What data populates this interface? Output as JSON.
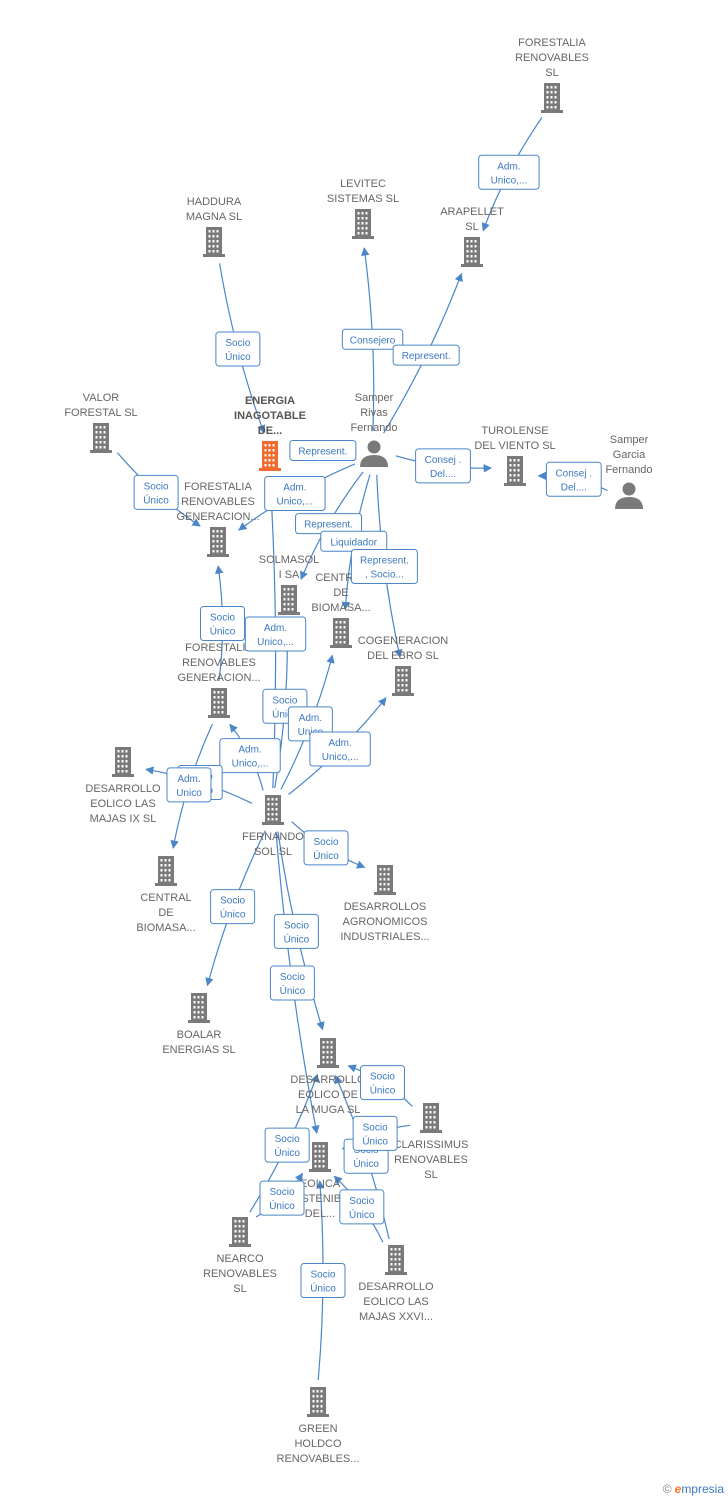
{
  "colors": {
    "node": "#7a7a7a",
    "main_node": "#f26a2e",
    "edge": "#4a86c8",
    "label": "#666666"
  },
  "footer": {
    "copyright": "©",
    "brand_initial": "e",
    "brand_rest": "mpresia"
  },
  "nodes": [
    {
      "id": "forestalia_sl",
      "type": "company",
      "lines": [
        "FORESTALIA",
        "RENOVABLES",
        "SL"
      ]
    },
    {
      "id": "levitec",
      "type": "company",
      "lines": [
        "LEVITEC",
        "SISTEMAS  SL"
      ]
    },
    {
      "id": "arapellet",
      "type": "company",
      "lines": [
        "ARAPELLET",
        "SL"
      ]
    },
    {
      "id": "haddura",
      "type": "company",
      "lines": [
        "HADDURA",
        "MAGNA  SL"
      ]
    },
    {
      "id": "samper_rivas",
      "type": "person",
      "lines": [
        "Samper",
        "Rivas",
        "Fernando"
      ]
    },
    {
      "id": "energia",
      "type": "main",
      "lines": [
        "ENERGIA",
        "INAGOTABLE",
        "DE..."
      ]
    },
    {
      "id": "valor",
      "type": "company",
      "lines": [
        "VALOR",
        "FORESTAL SL"
      ]
    },
    {
      "id": "turolense",
      "type": "company",
      "lines": [
        "TUROLENSE",
        "DEL VIENTO SL"
      ]
    },
    {
      "id": "samper_garcia",
      "type": "person",
      "lines": [
        "Samper",
        "Garcia",
        "Fernando"
      ]
    },
    {
      "id": "forestalia_gen1",
      "type": "company",
      "lines": [
        "FORESTALIA",
        "RENOVABLES",
        "GENERACION..."
      ]
    },
    {
      "id": "solmasol",
      "type": "company",
      "lines": [
        "SOLMASOL",
        "I SA"
      ]
    },
    {
      "id": "central_bio1",
      "type": "company",
      "lines": [
        "CENTRAL",
        "DE",
        "BIOMASA..."
      ]
    },
    {
      "id": "forestalia_gen2",
      "type": "company",
      "lines": [
        "FORESTALIA",
        "RENOVABLES",
        "GENERACION..."
      ]
    },
    {
      "id": "cogeneracion",
      "type": "company",
      "lines": [
        "COGENERACION",
        "DEL EBRO  SL"
      ]
    },
    {
      "id": "desarrollo_ix",
      "type": "company",
      "lines": [
        "DESARROLLO",
        "EOLICO LAS",
        "MAJAS IX  SL"
      ]
    },
    {
      "id": "fernando_sol",
      "type": "company",
      "lines": [
        "FERNANDO",
        "SOL SL"
      ]
    },
    {
      "id": "central_bio2",
      "type": "company",
      "lines": [
        "CENTRAL",
        "DE",
        "BIOMASA..."
      ]
    },
    {
      "id": "desarrollos_agro",
      "type": "company",
      "lines": [
        "DESARROLLOS",
        "AGRONOMICOS",
        "INDUSTRIALES..."
      ]
    },
    {
      "id": "boalar",
      "type": "company",
      "lines": [
        "BOALAR",
        "ENERGIAS  SL"
      ]
    },
    {
      "id": "desarrollo_muga",
      "type": "company",
      "lines": [
        "DESARROLLO",
        "EOLICO DE",
        "LA MUGA SL"
      ]
    },
    {
      "id": "clarissimus",
      "type": "company",
      "lines": [
        "CLARISSIMUS",
        "RENOVABLES",
        "SL"
      ]
    },
    {
      "id": "eolica_sost",
      "type": "company",
      "lines": [
        "EOLICA",
        "SOSTENIBLE",
        "DEL..."
      ]
    },
    {
      "id": "nearco",
      "type": "company",
      "lines": [
        "NEARCO",
        "RENOVABLES",
        "SL"
      ]
    },
    {
      "id": "desarrollo_xxvi",
      "type": "company",
      "lines": [
        "DESARROLLO",
        "EOLICO LAS",
        "MAJAS XXVI..."
      ]
    },
    {
      "id": "green",
      "type": "company",
      "lines": [
        "GREEN",
        "HOLDCO",
        "RENOVABLES..."
      ]
    }
  ],
  "edges": [
    {
      "from": "forestalia_sl",
      "to": "arapellet",
      "label": [
        "Adm.",
        "Unico,..."
      ]
    },
    {
      "from": "haddura",
      "to": "energia",
      "label": [
        "Socio",
        "Único"
      ]
    },
    {
      "from": "samper_rivas",
      "to": "levitec",
      "label": [
        "Consejero"
      ]
    },
    {
      "from": "samper_rivas",
      "to": "arapellet",
      "label": [
        "Represent."
      ]
    },
    {
      "from": "samper_rivas",
      "to": "energia",
      "label": [
        "Represent."
      ]
    },
    {
      "from": "samper_rivas",
      "to": "turolense",
      "label": [
        "Consej .",
        "Del...."
      ]
    },
    {
      "from": "samper_rivas",
      "to": "forestalia_gen1",
      "label": [
        "Adm.",
        "Unico,..."
      ]
    },
    {
      "from": "samper_rivas",
      "to": "solmasol",
      "label": [
        "Represent."
      ]
    },
    {
      "from": "samper_rivas",
      "to": "central_bio1",
      "label": [
        "Liquidador"
      ]
    },
    {
      "from": "samper_rivas",
      "to": "cogeneracion",
      "label": [
        "Represent.",
        ", Socio..."
      ]
    },
    {
      "from": "samper_garcia",
      "to": "turolense",
      "label": [
        "Consej .",
        "Del...."
      ]
    },
    {
      "from": "valor",
      "to": "forestalia_gen1",
      "label": [
        "Socio",
        "Único"
      ]
    },
    {
      "from": "forestalia_gen2",
      "to": "forestalia_gen1",
      "label": [
        "Socio",
        "Único"
      ]
    },
    {
      "from": "fernando_sol",
      "to": "energia",
      "label": [
        "Adm.",
        "Unico,..."
      ]
    },
    {
      "from": "fernando_sol",
      "to": "solmasol",
      "label": [
        "Socio",
        "Único"
      ]
    },
    {
      "from": "fernando_sol",
      "to": "forestalia_gen2",
      "label": [
        "Adm.",
        "Unico,..."
      ]
    },
    {
      "from": "fernando_sol",
      "to": "central_bio1",
      "label": [
        "Adm.",
        "Unico"
      ]
    },
    {
      "from": "fernando_sol",
      "to": "cogeneracion",
      "label": [
        "Adm.",
        "Unico,..."
      ]
    },
    {
      "from": "fernando_sol",
      "to": "desarrollo_ix",
      "label": [
        "Socio",
        "Único"
      ]
    },
    {
      "from": "forestalia_gen2",
      "to": "central_bio2",
      "label": [
        "Adm.",
        "Unico"
      ]
    },
    {
      "from": "fernando_sol",
      "to": "desarrollos_agro",
      "label": [
        "Socio",
        "Único"
      ]
    },
    {
      "from": "fernando_sol",
      "to": "boalar",
      "label": [
        "Socio",
        "Único"
      ]
    },
    {
      "from": "fernando_sol",
      "to": "desarrollo_muga",
      "label": [
        "Socio",
        "Único"
      ]
    },
    {
      "from": "fernando_sol",
      "to": "eolica_sost",
      "label": [
        "Socio",
        "Único"
      ]
    },
    {
      "from": "nearco",
      "to": "desarrollo_muga",
      "label": [
        "Socio",
        "Único"
      ]
    },
    {
      "from": "nearco",
      "to": "eolica_sost",
      "label": [
        "Socio",
        "Único"
      ]
    },
    {
      "from": "desarrollo_xxvi",
      "to": "desarrollo_muga",
      "label": [
        "Socio",
        "Único"
      ]
    },
    {
      "from": "desarrollo_xxvi",
      "to": "eolica_sost",
      "label": [
        "Socio",
        "Único"
      ]
    },
    {
      "from": "clarissimus",
      "to": "desarrollo_muga",
      "label": [
        "Socio",
        "Único"
      ]
    },
    {
      "from": "clarissimus",
      "to": "eolica_sost",
      "label": [
        "Socio",
        "Único"
      ]
    },
    {
      "from": "green",
      "to": "eolica_sost",
      "label": [
        "Socio",
        "Único"
      ]
    }
  ]
}
